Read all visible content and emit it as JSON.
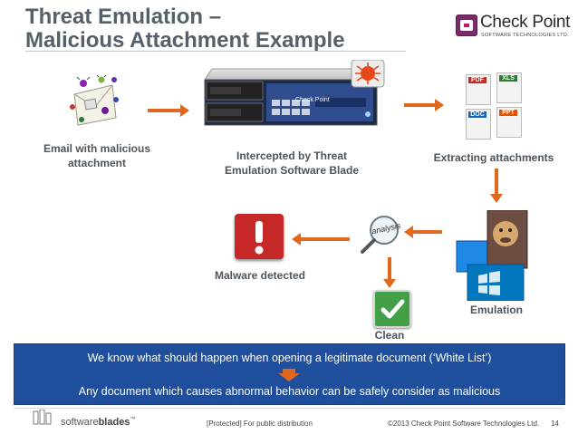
{
  "slide": {
    "title_line1": "Threat Emulation –",
    "title_line2": "Malicious Attachment Example"
  },
  "logo": {
    "name": "Check Point",
    "tagline": "SOFTWARE TECHNOLOGIES LTD."
  },
  "steps": {
    "email": {
      "label_line1": "Email with malicious",
      "label_line2": "attachment"
    },
    "intercept": {
      "label_line1": "Intercepted by Threat",
      "label_line2": "Emulation Software Blade",
      "appliance_brand": "Check Point"
    },
    "extract": {
      "label": "Extracting attachments",
      "files": [
        "PDF",
        "XLS",
        "DOC",
        "PPT"
      ]
    },
    "emulation": {
      "label": "Emulation"
    },
    "analysis": {
      "tag": "analysis"
    },
    "malware": {
      "label": "Malware detected"
    },
    "clean": {
      "label": "Clean"
    }
  },
  "banner": {
    "line1": "We know what should happen when opening a legitimate document (‘White List’)",
    "line2": "Any document which causes abnormal behavior can be safely consider as malicious"
  },
  "footer": {
    "brand_part1": "software",
    "brand_part2": "blades",
    "brand_tm": "™",
    "classification": "[Protected] For public distribution",
    "copyright": "©2013 Check Point Software Technologies Ltd.",
    "page_number": "14"
  },
  "colors": {
    "arrow": "#e0671b",
    "banner": "#1f4f9c",
    "title": "#56606a",
    "label": "#4d555c",
    "malware_red": "#c62828",
    "clean_green": "#43a047"
  }
}
